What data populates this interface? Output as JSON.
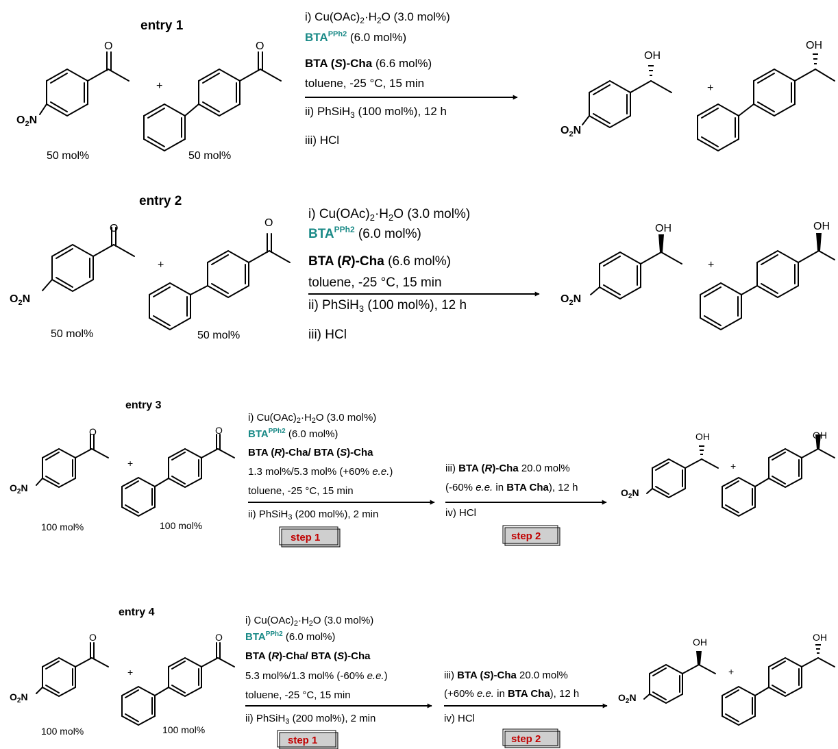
{
  "entries": [
    {
      "label": "entry 1",
      "reactant_amounts": [
        "50 mol%",
        "50 mol%"
      ],
      "conditions": [
        "i) Cu(OAc)2·H2O (3.0 mol%)",
        "BTAPPh2 (6.0 mol%)",
        "BTA (S)-Cha (6.6 mol%)",
        "toluene, -25 °C, 15 min",
        "ii) PhSiH3 (100 mol%), 12 h",
        "iii) HCl"
      ],
      "product_stereo": [
        "hashed",
        "hashed"
      ]
    },
    {
      "label": "entry 2",
      "reactant_amounts": [
        "50 mol%",
        "50 mol%"
      ],
      "conditions": [
        "i) Cu(OAc)2·H2O (3.0 mol%)",
        "BTAPPh2 (6.0 mol%)",
        "BTA (R)-Cha (6.6 mol%)",
        "toluene, -25 °C, 15 min",
        "ii) PhSiH3 (100 mol%), 12 h",
        "iii) HCl"
      ],
      "product_stereo": [
        "wedge",
        "wedge"
      ]
    },
    {
      "label": "entry 3",
      "reactant_amounts": [
        "100 mol%",
        "100 mol%"
      ],
      "conditions": [
        "i) Cu(OAc)2·H2O (3.0 mol%)",
        "BTAPPh2 (6.0 mol%)",
        "BTA (R)-Cha/ BTA (S)-Cha",
        "1.3 mol%/5.3 mol% (+60% e.e.)",
        "toluene, -25 °C, 15 min",
        "ii) PhSiH3 (200 mol%), 2 min"
      ],
      "conditions2": [
        "iii) BTA (R)-Cha 20.0 mol%",
        "(-60% e.e. in BTA Cha), 12 h",
        "iv) HCl"
      ],
      "steps": [
        "step 1",
        "step 2"
      ],
      "product_stereo": [
        "hashed",
        "wedge"
      ]
    },
    {
      "label": "entry 4",
      "reactant_amounts": [
        "100 mol%",
        "100 mol%"
      ],
      "conditions": [
        "i) Cu(OAc)2·H2O (3.0 mol%)",
        "BTAPPh2 (6.0 mol%)",
        "BTA (R)-Cha/ BTA (S)-Cha",
        "5.3 mol%/1.3 mol% (-60% e.e.)",
        "toluene, -25 °C, 15 min",
        "ii) PhSiH3 (200 mol%), 2 min"
      ],
      "conditions2": [
        "iii) BTA (S)-Cha 20.0 mol%",
        "(+60% e.e. in BTA Cha), 12 h",
        "iv) HCl"
      ],
      "steps": [
        "step 1",
        "step 2"
      ],
      "product_stereo": [
        "wedge",
        "hashed"
      ]
    }
  ],
  "chem_labels": {
    "plus": "+",
    "carbonyl_o": "O",
    "hydroxyl": "OH",
    "nitro": "O2N"
  },
  "colors": {
    "ligand": "#1a8a87",
    "step": "#c00000",
    "step_box": "#cfcfcf"
  }
}
